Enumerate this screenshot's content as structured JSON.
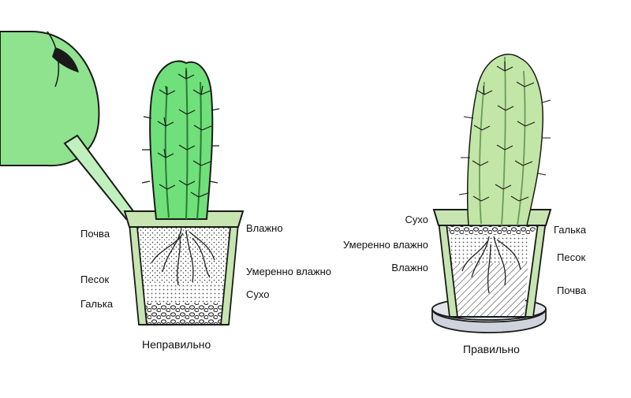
{
  "colors": {
    "cactus_bright": "#6fe07a",
    "cactus_pale": "#c2e6a6",
    "pot_wall": "#c6e5b1",
    "can": "#8fe28e",
    "saucer": "#cfd4dc",
    "outline": "#1a1a1a"
  },
  "left_pot": {
    "caption": "Неправильно",
    "labels_left": [
      "Почва",
      "Песок",
      "Галька"
    ],
    "labels_right": [
      "Влажно",
      "Умеренно влажно",
      "Сухо"
    ]
  },
  "right_pot": {
    "caption": "Правильно",
    "labels_left": [
      "Сухо",
      "Умеренно влажно",
      "Влажно"
    ],
    "labels_right": [
      "Галька",
      "Песок",
      "Почва"
    ]
  }
}
